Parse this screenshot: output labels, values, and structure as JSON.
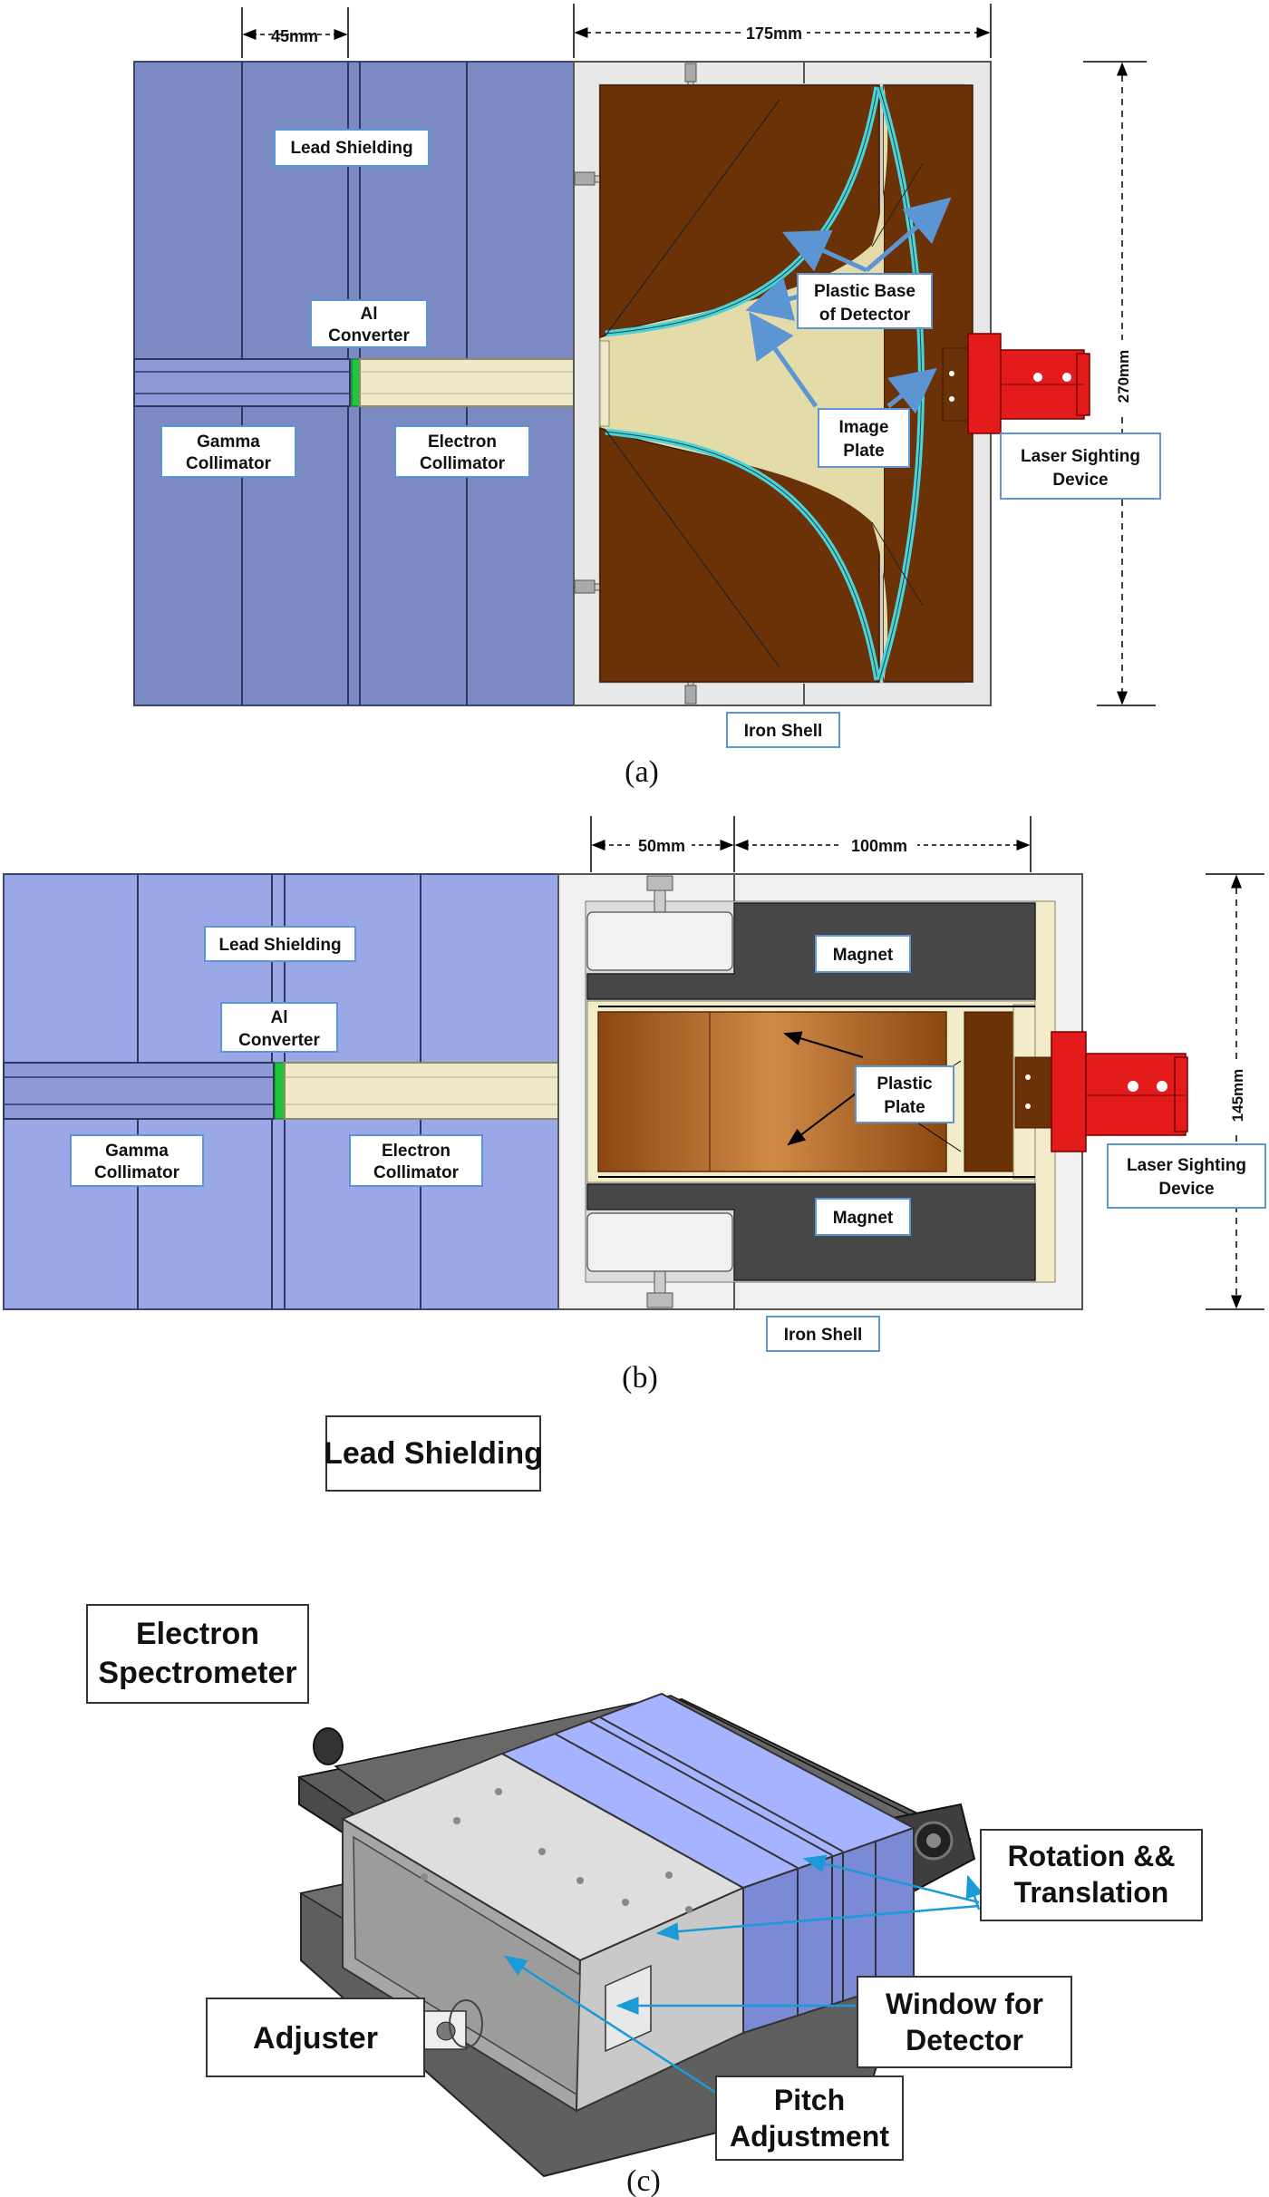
{
  "panel_a": {
    "dim_top_left": "45mm",
    "dim_top_right": "175mm",
    "dim_side": "270mm",
    "lead_shielding": "Lead Shielding",
    "al_converter": [
      "Al",
      "Converter"
    ],
    "gamma_collimator": [
      "Gamma",
      "Collimator"
    ],
    "electron_collimator": [
      "Electron",
      "Collimator"
    ],
    "plastic_base": [
      "Plastic Base",
      "of Detector"
    ],
    "image_plate": [
      "Image",
      "Plate"
    ],
    "laser_sighting": [
      "Laser Sighting",
      "Device"
    ],
    "iron_shell": "Iron Shell",
    "caption": "(a)"
  },
  "panel_b": {
    "dim_top_left": "50mm",
    "dim_top_right": "100mm",
    "dim_side": "145mm",
    "lead_shielding": "Lead Shielding",
    "al_converter": [
      "Al",
      "Converter"
    ],
    "gamma_collimator": [
      "Gamma",
      "Collimator"
    ],
    "electron_collimator": [
      "Electron",
      "Collimator"
    ],
    "magnet_top": "Magnet",
    "magnet_bottom": "Magnet",
    "plastic_plate": [
      "Plastic",
      "Plate"
    ],
    "laser_sighting": [
      "Laser Sighting",
      "Device"
    ],
    "iron_shell": "Iron Shell",
    "caption": "(b)"
  },
  "panel_c": {
    "lead_shielding": "Lead Shielding",
    "electron_spectrometer": [
      "Electron",
      "Spectrometer"
    ],
    "rotation": [
      "Rotation &&",
      "Translation"
    ],
    "window": [
      "Window for",
      "Detector"
    ],
    "adjuster": "Adjuster",
    "pitch": [
      "Pitch",
      "Adjustment"
    ],
    "caption": "(c)"
  },
  "colors": {
    "lead": "#7c8ac4",
    "lead_light": "#9aa8e8",
    "cream": "#e6dfae",
    "brown": "#6b3208",
    "cyan": "#4fd2d6",
    "red": "#e31b1b",
    "green": "#1ec83a",
    "dark_magnet": "#474747",
    "arrow_blue": "#5b95d3"
  }
}
